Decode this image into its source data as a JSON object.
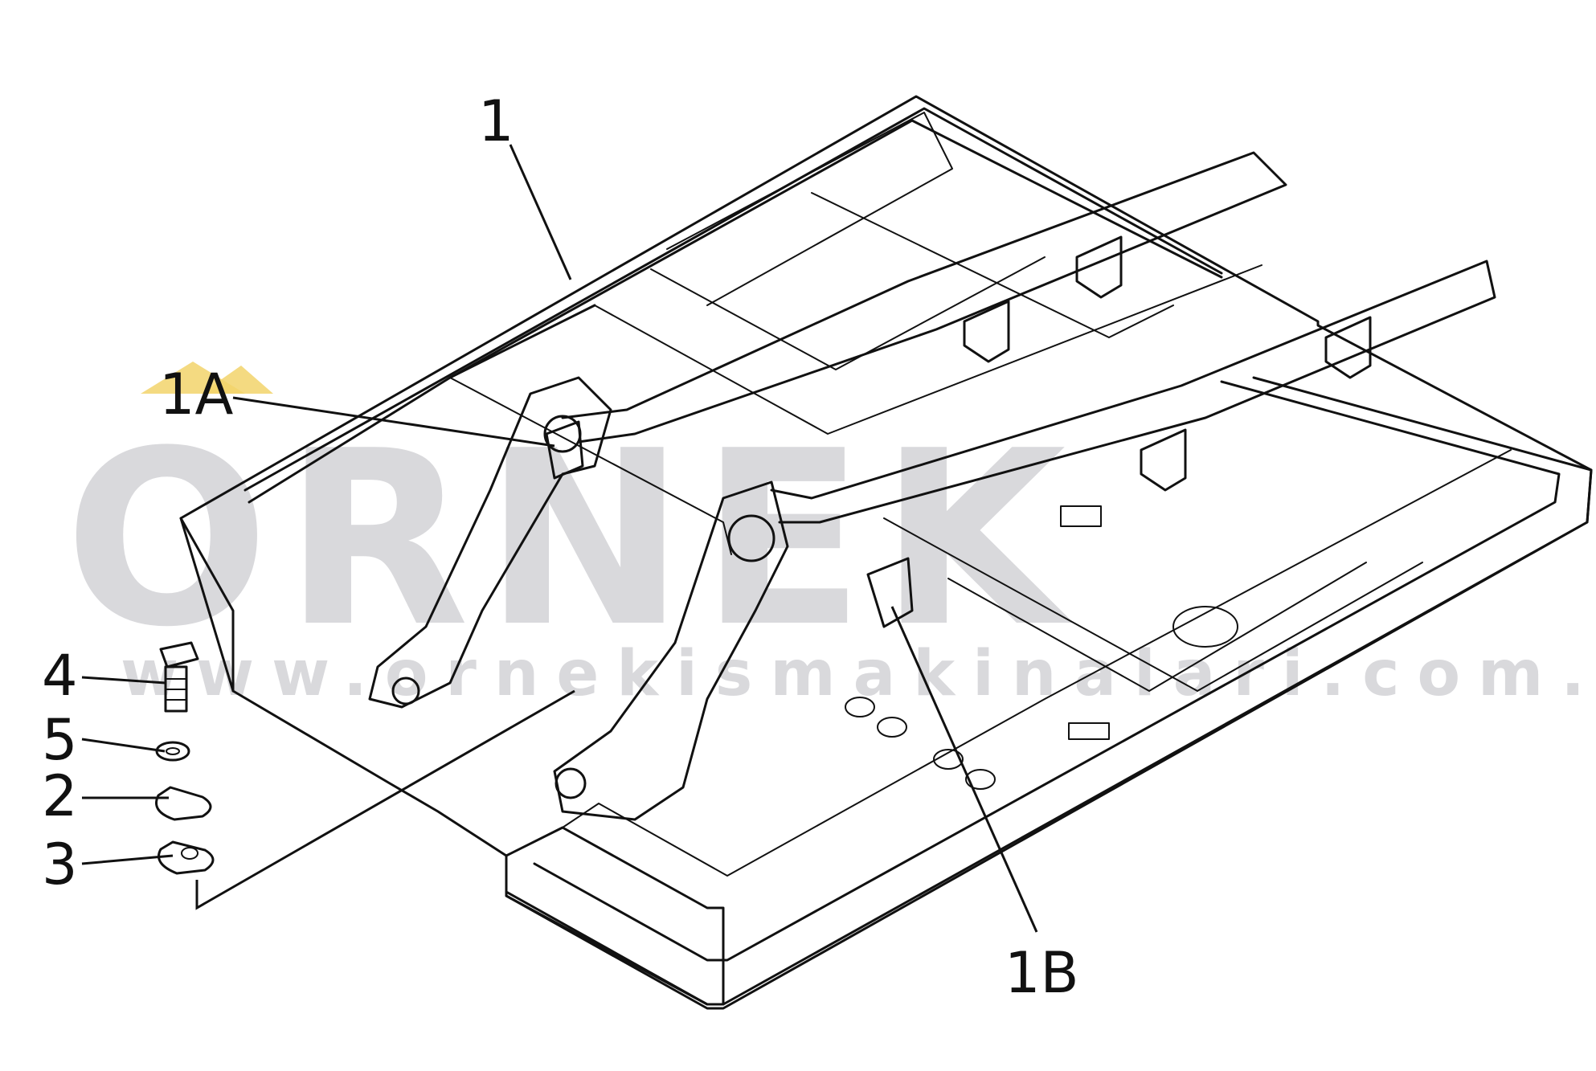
{
  "watermark": {
    "logo_text": "ORNEK",
    "url_text": "www.ornekismakinalari.com.tr",
    "logo_accent_color": "#f2d36b",
    "watermark_color": "#d9d9dc"
  },
  "callouts": {
    "part_1": "1",
    "part_1a": "1A",
    "part_1b": "1B",
    "part_2": "2",
    "part_3": "3",
    "part_4": "4",
    "part_5": "5"
  }
}
